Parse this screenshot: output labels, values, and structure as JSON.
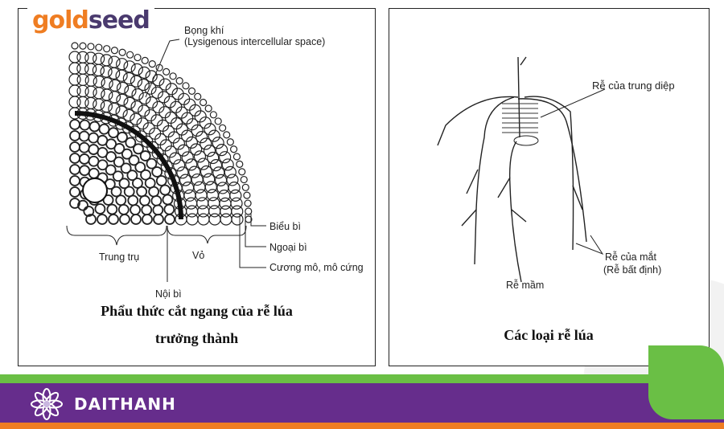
{
  "brand": {
    "logo_gold": "gold",
    "logo_seed": "seed",
    "footer_name": "DAITHANH"
  },
  "colors": {
    "orange": "#ef7d22",
    "purple": "#662d8c",
    "green": "#6abf45"
  },
  "left_diagram": {
    "labels": {
      "air_space": "Bọng khí",
      "air_space_en": "(Lysigenous intercellular space)",
      "epidermis": "Biểu bì",
      "exodermis": "Ngoại bì",
      "sclerenchyma": "Cương mô, mô cứng",
      "stele": "Trung trụ",
      "cortex": "Vỏ",
      "endodermis": "Nội bì"
    },
    "caption_line1": "Phẩu thức cắt ngang của rễ lúa",
    "caption_line2": "trưởng thành"
  },
  "right_diagram": {
    "labels": {
      "mesocotyl_root": "Rễ của trung diệp",
      "nodal_root": "Rễ của mắt",
      "adventitious": "(Rễ bất định)",
      "seminal_root": "Rễ mầm"
    },
    "caption": "Các loại rễ lúa"
  }
}
